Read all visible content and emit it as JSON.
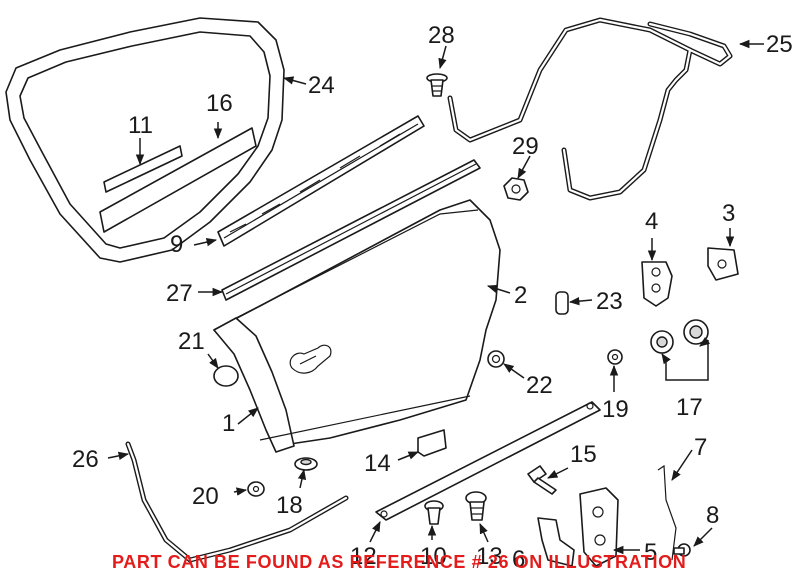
{
  "diagram": {
    "callouts": {
      "c1": "1",
      "c2": "2",
      "c3": "3",
      "c4": "4",
      "c5": "5",
      "c6": "6",
      "c7": "7",
      "c8": "8",
      "c9": "9",
      "c10": "10",
      "c11": "11",
      "c12": "12",
      "c13": "13",
      "c14": "14",
      "c15": "15",
      "c16": "16",
      "c17": "17",
      "c18": "18",
      "c19": "19",
      "c20": "20",
      "c21": "21",
      "c22": "22",
      "c23": "23",
      "c24": "24",
      "c25": "25",
      "c26": "26",
      "c27": "27",
      "c28": "28",
      "c29": "29"
    },
    "notice": "PART CAN BE FOUND AS REFERENCE # 26 ON ILLUSTRATION",
    "colors": {
      "line": "#1a1a1a",
      "notice": "#e31b1b",
      "background": "#ffffff"
    }
  }
}
